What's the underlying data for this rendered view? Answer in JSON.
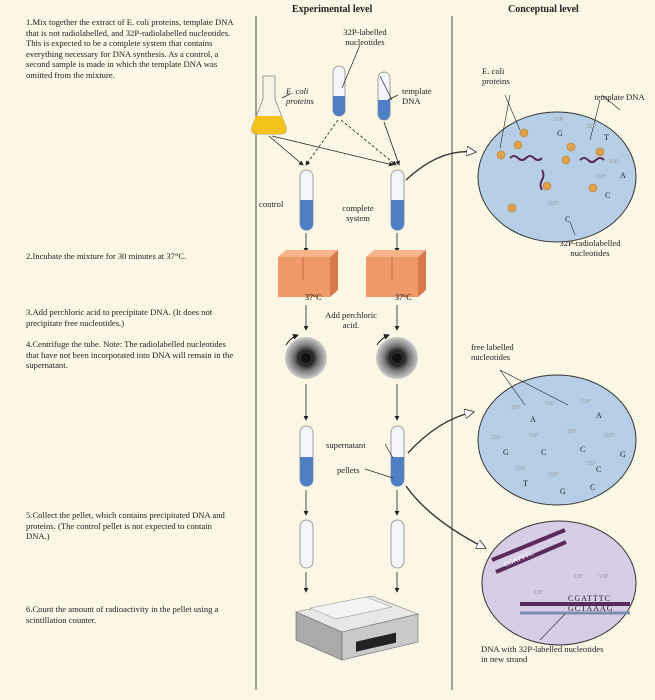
{
  "headers": {
    "experimental": "Experimental level",
    "conceptual": "Conceptual level"
  },
  "steps": [
    {
      "num": "1.",
      "text": "Mix together the extract of E. coli proteins, template DNA that is not radiolabelled, and 32P-radiolabelled nucleotides. This is expected to be a complete system that contains everything necessary for DNA synthesis. As a control, a second sample is made in which the template DNA was omitted from the mixture."
    },
    {
      "num": "2.",
      "text": "Incubate the mixture for 30 minutes at 37°C."
    },
    {
      "num": "3.",
      "text": "Add perchloric acid to precipitate DNA. (It does not precipitate free nucleotides.)"
    },
    {
      "num": "4.",
      "text": "Centrifuge the tube. Note: The radiolabelled nucleotides that have not been incorporated into DNA will remain in the supernatant."
    },
    {
      "num": "5.",
      "text": "Collect the pellet, which contains precipitated DNA and proteins. (The control pellet is not expected to contain DNA.)"
    },
    {
      "num": "6.",
      "text": "Count the amount of radioactivity in the pellet using a scintillation counter."
    }
  ],
  "exp_labels": {
    "labelled_nucleotides": "32P-labelled nucleotides",
    "ecoli_proteins": "E. coli proteins",
    "template_dna": "template DNA",
    "control": "control",
    "complete_system": "complete system",
    "temp_left": "37°C",
    "temp_right": "37°C",
    "add_acid": "Add perchloric acid.",
    "supernatant": "supernatant",
    "pellets": "pellets"
  },
  "concept_labels": {
    "ecoli_proteins": "E. coli proteins",
    "template_dna": "template DNA",
    "radiolabelled_nucleotides": "32P-radiolabelled nucleotides",
    "free_labelled": "free labelled nucleotides",
    "dna_new_strand": "DNA with 32P-labelled nucleotides in new strand",
    "p32": "32P",
    "bases_top": [
      "G",
      "T",
      "A",
      "C",
      "C"
    ],
    "bases_free": [
      "A",
      "A",
      "G",
      "C",
      "C",
      "G",
      "C",
      "T",
      "G",
      "C"
    ],
    "strand_top": "CGATTTC",
    "strand_bottom": "GCTAAAG"
  },
  "colors": {
    "background": "#fbf7e4",
    "circle_fill": "#b7cfe6",
    "liquid": "#4f7fc4",
    "incubator": "#f09a6a",
    "flask_liquid": "#f3c21b"
  }
}
